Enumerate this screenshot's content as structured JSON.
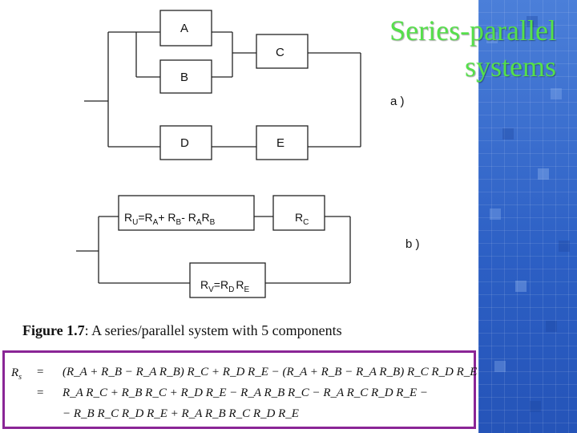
{
  "title": {
    "line1": "Series-parallel",
    "line2": "systems"
  },
  "diagram_a": {
    "label": "a )",
    "boxes": {
      "A": "A",
      "B": "B",
      "C": "C",
      "D": "D",
      "E": "E"
    }
  },
  "diagram_b": {
    "label": "b )",
    "box_parallel": {
      "R": "R",
      "sub_u": "U",
      "eq": "=R",
      "sub_a": "A",
      "plus": "+ R",
      "sub_b": "B",
      "minus": "- R",
      "sub_a2": "A",
      "r2": "R",
      "sub_b2": "B"
    },
    "box_c": {
      "R": "R",
      "sub_c": "C"
    },
    "box_series": {
      "R": "R",
      "sub_v": "V",
      "eq": "=R",
      "sub_d": "D",
      "r2": "R",
      "sub_e": "E"
    }
  },
  "caption": {
    "prefix": "Figure 1.7",
    "text": ": A series/parallel system with 5 components"
  },
  "equation": {
    "lhs": "R",
    "lhs_sub": "s",
    "sign1": "=",
    "line1": "(R_A + R_B − R_A R_B) R_C + R_D R_E − (R_A + R_B − R_A R_B) R_C R_D R_E",
    "sign2": "=",
    "line2": "R_A R_C + R_B R_C + R_D R_E − R_A R_B R_C − R_A R_C R_D R_E −",
    "line3": "− R_B R_C R_D R_E + R_A R_B R_C R_D R_E"
  }
}
